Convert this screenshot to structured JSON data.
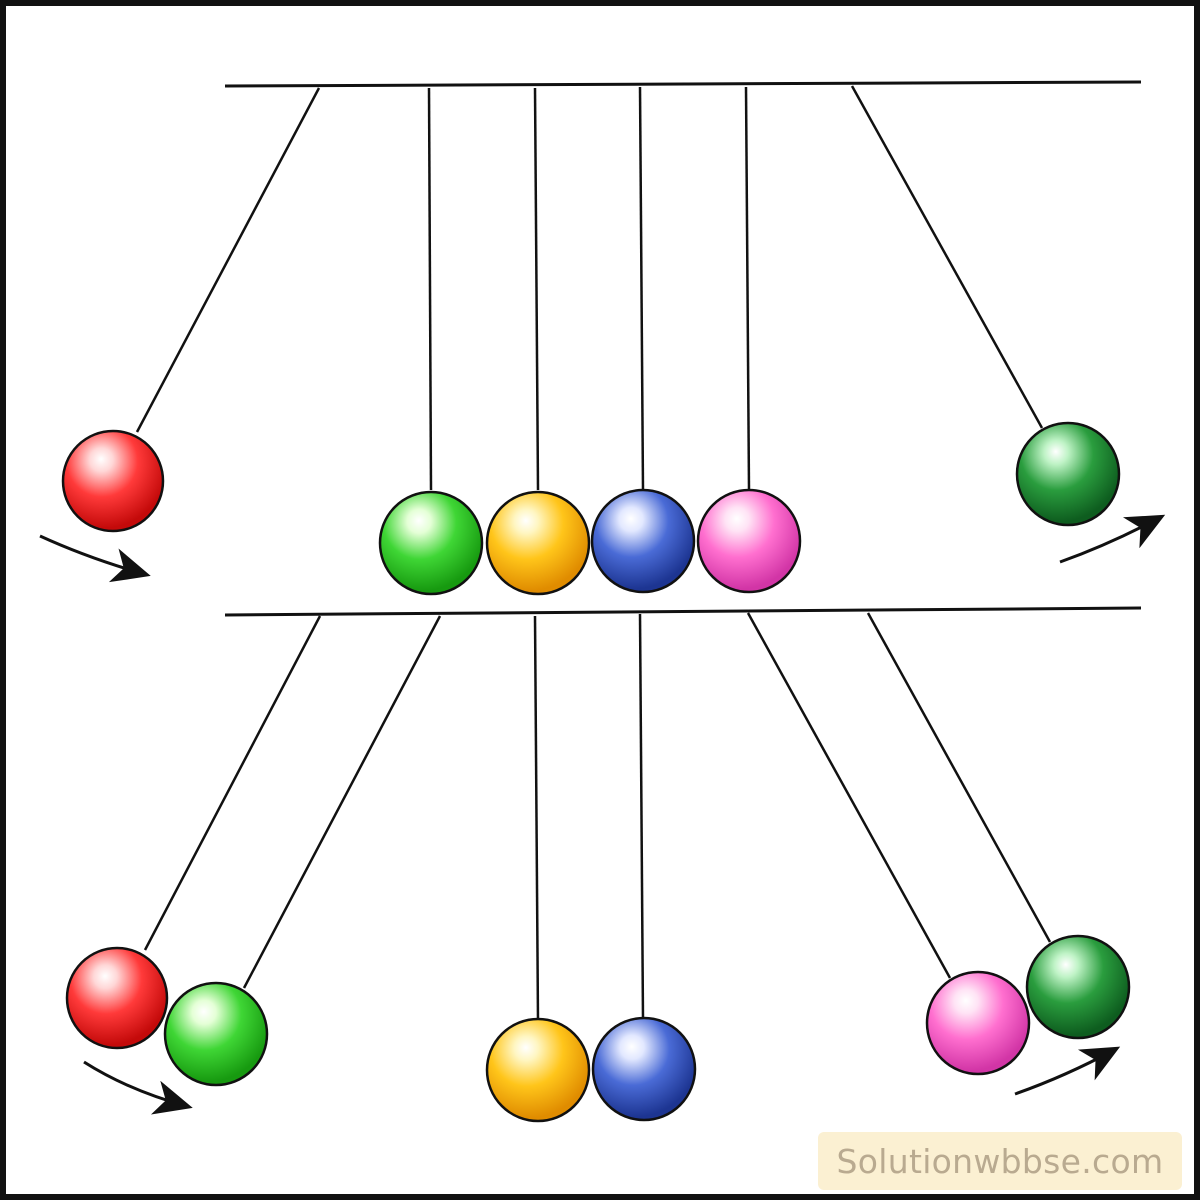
{
  "watermark": "Solutionwbbse.com",
  "balls": {
    "red": {
      "light": "#ffd7d7",
      "mid": "#ff3a3a",
      "dark": "#c40a0a"
    },
    "green": {
      "light": "#e4ffd6",
      "mid": "#3fd635",
      "dark": "#179a10"
    },
    "yellow": {
      "light": "#fff6c2",
      "mid": "#ffc51a",
      "dark": "#e08c00"
    },
    "blue": {
      "light": "#e2e8ff",
      "mid": "#4a6bd6",
      "dark": "#1d3592"
    },
    "pink": {
      "light": "#ffe3f5",
      "mid": "#ff6fcf",
      "dark": "#d235a6"
    },
    "dkgreen": {
      "light": "#bff3c6",
      "mid": "#2a9d3e",
      "dark": "#0e5d1f"
    }
  },
  "top_pendulum": [
    "red",
    "green",
    "yellow",
    "blue",
    "pink",
    "dkgreen"
  ],
  "bottom_pendulum": [
    "red",
    "green",
    "yellow",
    "blue",
    "pink",
    "dkgreen"
  ]
}
